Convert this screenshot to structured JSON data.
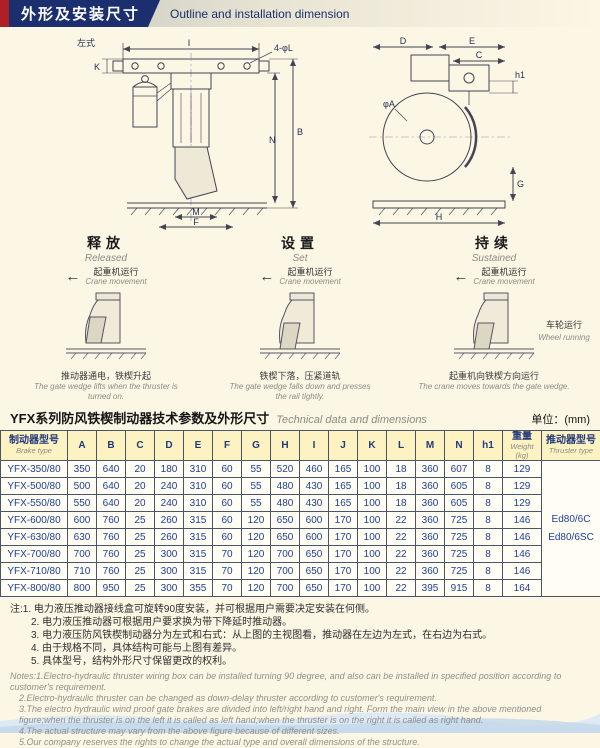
{
  "header": {
    "title_cn": "外形及安装尺寸",
    "title_en": "Outline and installation dimension"
  },
  "drawings": {
    "front": {
      "variant_label": "左式",
      "dim_i": "I",
      "dim_holes": "4-φL",
      "dim_k": "K",
      "dim_n": "N",
      "dim_b": "B",
      "dim_m": "M",
      "dim_f": "F"
    },
    "side": {
      "dim_d": "D",
      "dim_e": "E",
      "dim_c": "C",
      "dim_h1": "h1",
      "dim_phi_a": "φA",
      "dim_g": "G",
      "dim_h": "H"
    }
  },
  "states": [
    {
      "title_cn": "释放",
      "title_en": "Released",
      "move_cn": "起重机运行",
      "move_en": "Crane movement",
      "caption_cn": "推动器通电，铁楔升起",
      "caption_en": "The gate wedge lifts when the thruster is turned on."
    },
    {
      "title_cn": "设置",
      "title_en": "Set",
      "move_cn": "起重机运行",
      "move_en": "Crane movement",
      "caption_cn": "铁楔下落，压紧道轨",
      "caption_en": "The gate wedge falls down and presses the rail tightly."
    },
    {
      "title_cn": "持续",
      "title_en": "Sustained",
      "move_cn": "起重机运行",
      "move_en": "Crane movement",
      "wheel_cn": "车轮运行",
      "wheel_en": "Wheel running",
      "caption_cn": "起重机向铁楔方向运行",
      "caption_en": "The crane moves towards the gate wedge."
    }
  ],
  "table": {
    "title_cn": "YFX系列防风铁楔制动器技术参数及外形尺寸",
    "title_en": "Technical data and dimensions",
    "unit_label": "单位：(mm)",
    "brake_type_header_cn": "制动器型号",
    "brake_type_header_en": "Brake type",
    "dim_headers": [
      "A",
      "B",
      "C",
      "D",
      "E",
      "F",
      "G",
      "H",
      "I",
      "J",
      "K",
      "L",
      "M",
      "N",
      "h1"
    ],
    "weight_header_cn": "重量",
    "weight_header_en": "Weight (kg)",
    "thruster_header_cn": "推动器型号",
    "thruster_header_en": "Thruster type",
    "thruster_types": [
      "Ed80/6C",
      "Ed80/6SC"
    ],
    "rows": [
      {
        "type": "YFX-350/80",
        "values": [
          350,
          640,
          20,
          180,
          310,
          60,
          55,
          520,
          460,
          165,
          100,
          18,
          360,
          607,
          8
        ],
        "weight": 129
      },
      {
        "type": "YFX-500/80",
        "values": [
          500,
          640,
          20,
          240,
          310,
          60,
          55,
          480,
          430,
          165,
          100,
          18,
          360,
          605,
          8
        ],
        "weight": 129
      },
      {
        "type": "YFX-550/80",
        "values": [
          550,
          640,
          20,
          240,
          310,
          60,
          55,
          480,
          430,
          165,
          100,
          18,
          360,
          605,
          8
        ],
        "weight": 129
      },
      {
        "type": "YFX-600/80",
        "values": [
          600,
          760,
          25,
          260,
          315,
          60,
          120,
          650,
          600,
          170,
          100,
          22,
          360,
          725,
          8
        ],
        "weight": 146
      },
      {
        "type": "YFX-630/80",
        "values": [
          630,
          760,
          25,
          260,
          315,
          60,
          120,
          650,
          600,
          170,
          100,
          22,
          360,
          725,
          8
        ],
        "weight": 146
      },
      {
        "type": "YFX-700/80",
        "values": [
          700,
          760,
          25,
          300,
          315,
          70,
          120,
          700,
          650,
          170,
          100,
          22,
          360,
          725,
          8
        ],
        "weight": 146
      },
      {
        "type": "YFX-710/80",
        "values": [
          710,
          760,
          25,
          300,
          315,
          70,
          120,
          700,
          650,
          170,
          100,
          22,
          360,
          725,
          8
        ],
        "weight": 146
      },
      {
        "type": "YFX-800/80",
        "values": [
          800,
          950,
          25,
          300,
          355,
          70,
          120,
          700,
          650,
          170,
          100,
          22,
          395,
          915,
          8
        ],
        "weight": 164
      }
    ]
  },
  "notes": {
    "cn": [
      "注:1. 电力液压推动器接线盒可旋转90度安装，并可根据用户需要决定安装在何侧。",
      "2. 电力液压推动器可根据用户要求换为带下降延时推动器。",
      "3. 电力液压防风铁楔制动器分为左式和右式：从上图的主视图看，推动器在左边为左式，在右边为右式。",
      "4. 由于规格不同，具体结构可能与上图有差异。",
      "5. 具体型号，结构外形尺寸保留更改的权利。"
    ],
    "en": [
      "Notes:1.Electro-hydraulic thruster wiring box can be installed turning 90 degree, and also can be installed in specified position according to customer's requirement.",
      "2.Electro-hydraulic thruster can be changed as down-delay thruster according to customer's requirement.",
      "3.The electro hydraulic wind proof gate brakes are divided into left/right hand and right. Form the main view in the above mentioned figure;when the thruster is on the left it is called as left hand;when the thruster is on the right it is called as right hand.",
      "4.The actual structure may vary from the above figure because of different sizes.",
      "5.Our company reserves the rights to change the actual type and overall dimensions of the structure."
    ]
  }
}
